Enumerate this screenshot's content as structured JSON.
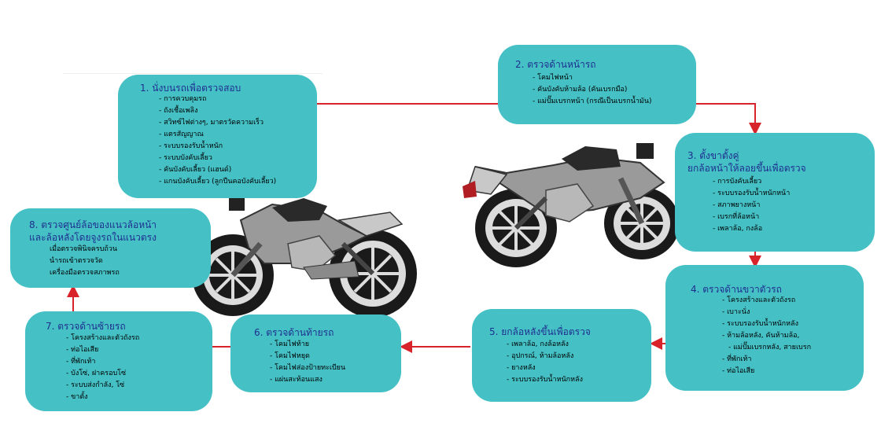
{
  "steps": [
    {
      "title": "1. นั่งบนรถเพื่อตรวจสอบ",
      "items": [
        "การควบคุมรถ",
        "ถังเชื้อเพลิง",
        "สวิทซ์ไฟต่างๆ, มาตรวัดความเร็ว",
        "แตรสัญญาณ",
        "ระบบรองรับน้ำหนัก",
        "ระบบบังคับเลี้ยว",
        "คันบังคับเลี้ยว (แฮนด์)",
        "แกนบังคับเลี้ยว (ลูกปืนคอบังคับเลี้ยว)"
      ]
    },
    {
      "title": "2. ตรวจด้านหน้ารถ",
      "items": [
        "โคมไฟหน้า",
        "คันบังคับห้ามล้อ (คันเบรกมือ)",
        "แม่ปั๊มเบรกหน้า (กรณีเป็นเบรกน้ำมัน)"
      ]
    },
    {
      "title": "3. ตั้งขาตั้งคู่",
      "title2": "ยกล้อหน้าให้ลอยขึ้นเพื่อตรวจ",
      "items": [
        "การบังคับเลี้ยว",
        "ระบบรองรับน้ำหนักหน้า",
        "สภาพยางหน้า",
        "เบรกที่ล้อหน้า",
        "เพลาล้อ, กงล้อ"
      ]
    },
    {
      "title": "4. ตรวจด้านขวาตัวรถ",
      "items": [
        "โครงสร้างและตัวถังรถ",
        "เบาะนั่ง",
        "ระบบรองรับน้ำหนักหลัง",
        "ห้ามล้อหลัง, คันห้ามล้อ,",
        "แม่ปั๊มเบรกหลัง, สายเบรก",
        "ที่พักเท้า",
        "ท่อไอเสีย"
      ]
    },
    {
      "title": "5. ยกล้อหลังขึ้นเพื่อตรวจ",
      "items": [
        "เพลาล้อ, กงล้อหลัง",
        "อุปกรณ์, ห้ามล้อหลัง",
        "ยางหลัง",
        "ระบบรองรับน้ำหนักหลัง"
      ]
    },
    {
      "title": "6. ตรวจด้านท้ายรถ",
      "items": [
        "โคมไฟท้าย",
        "โคมไฟหยุด",
        "โคมไฟส่องป้ายทะเบียน",
        "แผ่นสะท้อนแสง"
      ]
    },
    {
      "title": "7. ตรวจด้านซ้ายรถ",
      "items": [
        "โครงสร้างและตัวถังรถ",
        "ท่อไอเสีย",
        "ที่พักเท้า",
        "บังโซ่, ฝาครอบโซ่",
        "ระบบส่งกำลัง, โซ่",
        "ขาตั้ง"
      ]
    },
    {
      "title": "8. ตรวจศูนย์ล้อของแนวล้อหน้า",
      "title2": "และล้อหลังโดยจูงรถในแนวตรง",
      "items": [
        "เมื่อตรวจพินิจครบถ้วน",
        "นำรถเข้าตรวจวัด",
        "เครื่องมือตรวจสภาพรถ"
      ]
    }
  ],
  "colors": {
    "box": "#45c1c6",
    "title": "#1f2f8f",
    "arrow": "#d8232a"
  }
}
